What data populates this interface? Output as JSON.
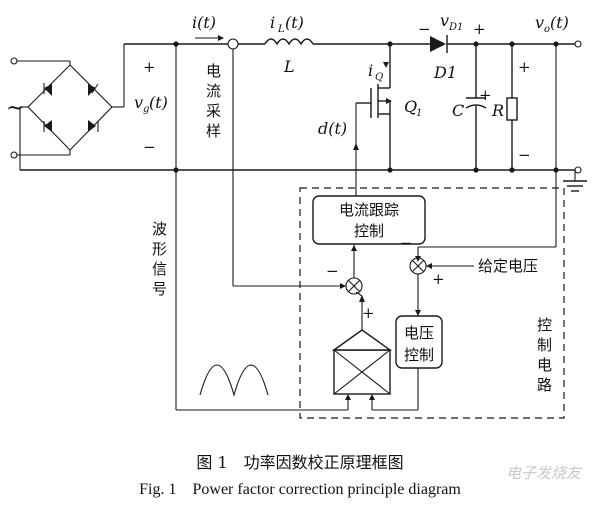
{
  "labels": {
    "i_t": "i(t)",
    "iL": "i",
    "iL_sub": "L",
    "iL_t": "(t)",
    "L": "L",
    "vD1": "v",
    "vD1_sub": "D1",
    "D1": "D1",
    "vo": "v",
    "vo_sub": "o",
    "vo_t": "(t)",
    "vg": "v",
    "vg_sub": "g",
    "vg_t": "(t)",
    "iQ": "i",
    "iQ_sub": "Q",
    "Q1": "Q",
    "Q1_sub": "1",
    "d_t": "d(t)",
    "C": "C",
    "R": "R",
    "plus": "+",
    "minus": "−",
    "tilde": "~"
  },
  "blocks": {
    "current_sense": [
      "电",
      "流",
      "采",
      "样"
    ],
    "current_tracking": [
      "电流跟踪",
      "控制"
    ],
    "voltage_control": [
      "电压",
      "控制"
    ],
    "reference_voltage": "给定电压",
    "waveform_signal": [
      "波",
      "形",
      "信",
      "号"
    ],
    "control_circuit": [
      "控",
      "制",
      "电",
      "路"
    ]
  },
  "caption": {
    "cn": "图 1　功率因数校正原理框图",
    "en": "Fig. 1　Power factor correction principle diagram"
  },
  "watermark": "电子发烧友"
}
